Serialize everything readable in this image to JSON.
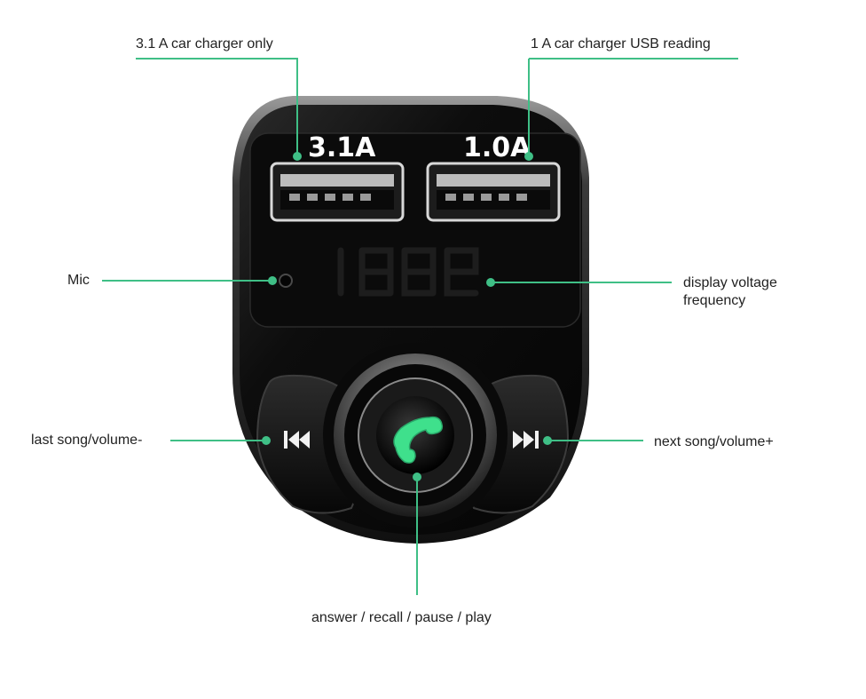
{
  "device": {
    "port_left_rating": "3.1A",
    "port_right_rating": "1.0A"
  },
  "callouts": {
    "port_left": "3.1 A car charger only",
    "port_right": "1 A car charger USB reading",
    "mic": "Mic",
    "display_line1": "display voltage",
    "display_line2": "frequency",
    "prev": "last song/volume-",
    "next": "next song/volume+",
    "answer": "answer / recall / pause / play"
  },
  "colors": {
    "leader": "#3fbf86",
    "phone_icon": "#3fe08c",
    "body": "#0c0c0c"
  },
  "icons": {
    "prev": "previous-track-icon",
    "next": "next-track-icon",
    "answer": "phone-icon",
    "mic": "mic-hole-icon"
  }
}
